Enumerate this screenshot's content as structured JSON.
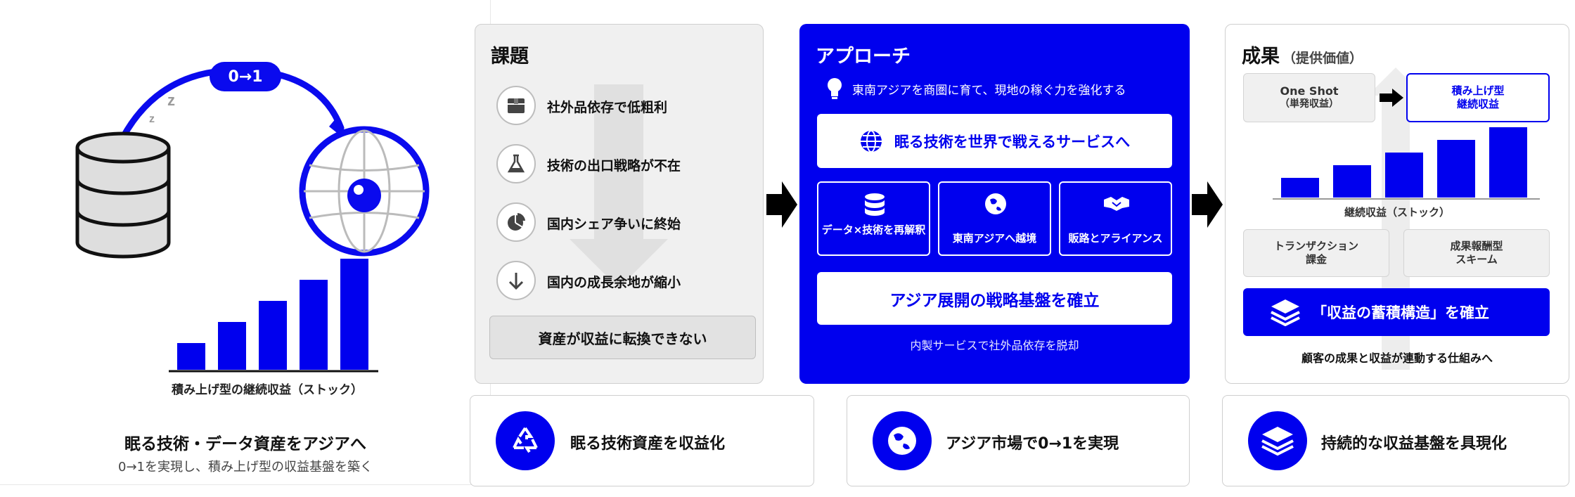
{
  "hero": {
    "pill": "0→1",
    "chart_label": "積み上げ型の継続収益（ストック）",
    "title": "眠る技術・データ資産をアジアへ",
    "subtitle": "0→1を実現し、積み上げ型の収益基盤を築く",
    "bars": [
      1,
      2,
      3,
      4,
      5
    ]
  },
  "kadai": {
    "title": "課題",
    "items": [
      {
        "icon": "box-icon",
        "label": "社外品依存で低粗利"
      },
      {
        "icon": "flask-icon",
        "label": "技術の出口戦略が不在"
      },
      {
        "icon": "pie-chart-icon",
        "label": "国内シェア争いに終始"
      },
      {
        "icon": "arrow-down-icon",
        "label": "国内の成長余地が縮小"
      }
    ],
    "conclusion": "資産が収益に転換できない"
  },
  "approach": {
    "title": "アプローチ",
    "tagline": "東南アジアを商圏に育て、現地の稼ぐ力を強化する",
    "headline": "眠る技術を世界で戦えるサービスへ",
    "tiles": [
      {
        "icon": "database-icon",
        "label": "データ×技術を再解釈"
      },
      {
        "icon": "globe-asia-icon",
        "label": "東南アジアへ越境"
      },
      {
        "icon": "handshake-icon",
        "label": "販路とアライアンス"
      }
    ],
    "strategy": "アジア展開の戦略基盤を確立",
    "footnote": "内製サービスで社外品依存を脱却"
  },
  "seika": {
    "title": "成果",
    "title_sub": "（提供価値）",
    "one_shot_line1": "One Shot",
    "one_shot_line2": "（単発収益）",
    "accum_line1": "積み上げ型",
    "accum_line2": "継続収益",
    "bars": [
      1,
      2,
      3,
      4,
      5
    ],
    "chart_label": "継続収益（ストック）",
    "box_left_line1": "トランザクション",
    "box_left_line2": "課金",
    "box_right_line1": "成果報酬型",
    "box_right_line2": "スキーム",
    "structure": "「収益の蓄積構造」を確立",
    "footnote": "顧客の成果と収益が連動する仕組みへ"
  },
  "bottom": [
    {
      "icon": "recycle-icon",
      "label": "眠る技術資産を収益化"
    },
    {
      "icon": "globe-icon",
      "label": "アジア市場で0→1を実現"
    },
    {
      "icon": "layers-icon",
      "label": "持続的な収益基盤を具現化"
    }
  ],
  "colors": {
    "accent": "#0000ee",
    "gray_card": "#f0f0f0"
  }
}
